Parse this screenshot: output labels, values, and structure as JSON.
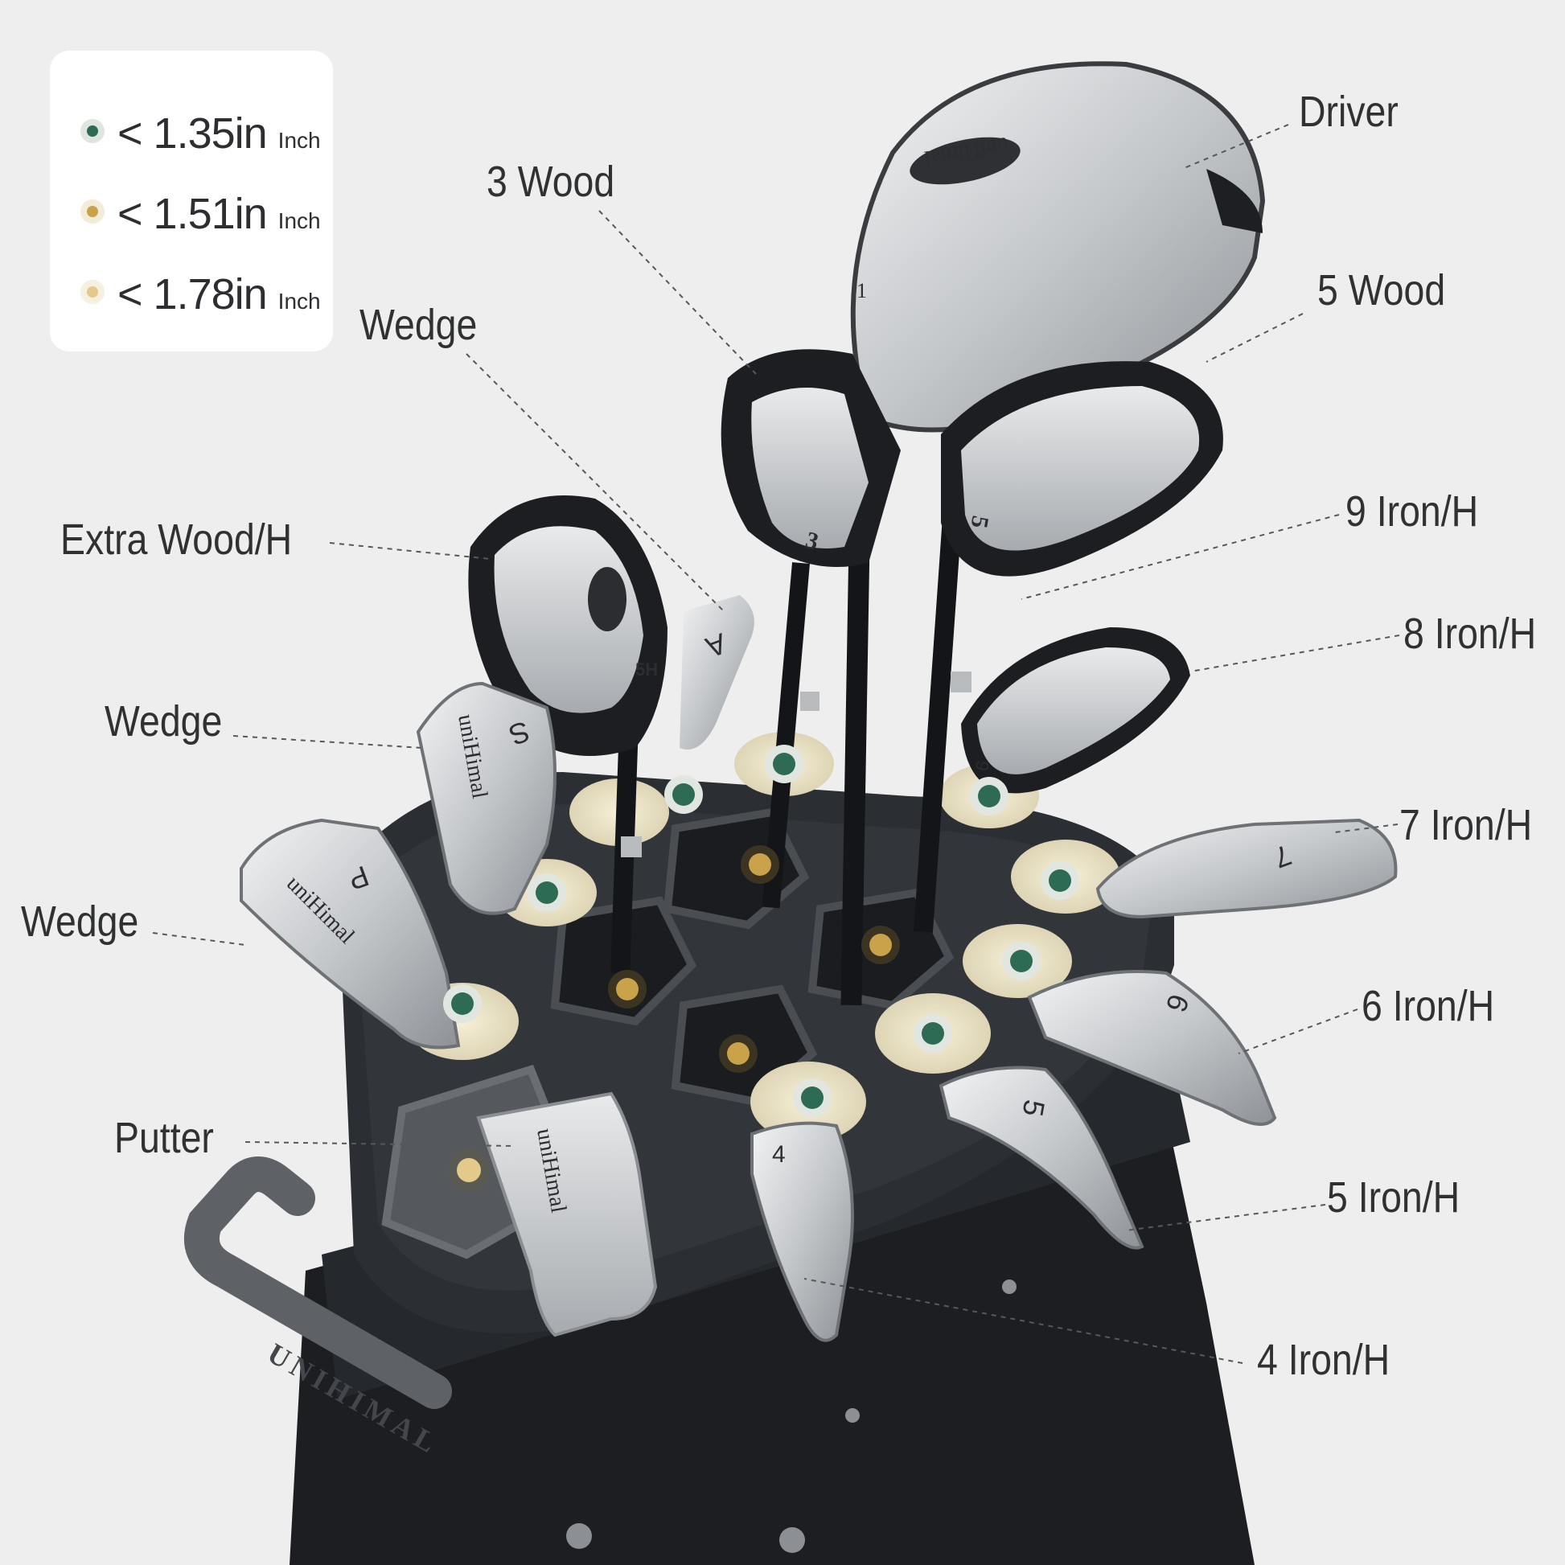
{
  "legend": {
    "items": [
      {
        "size": "< 1.35in",
        "unit": "Inch",
        "color": "#2e6b55"
      },
      {
        "size": "< 1.51in",
        "unit": "Inch",
        "color": "#c9a24a"
      },
      {
        "size": "< 1.78in",
        "unit": "Inch",
        "color": "#e3c98a"
      }
    ]
  },
  "brand": {
    "head_mark": "uniHimal",
    "bag_mark": "UNIHIMAL"
  },
  "colors": {
    "background": "#eeeeee",
    "bag": "#23262b",
    "tube_liner": "#efe8cf",
    "club_silver": "#c9cbcd",
    "label_text": "#2f3133"
  },
  "callouts": {
    "driver": "Driver",
    "wood3": "3 Wood",
    "wood5": "5 Wood",
    "wedge_top": "Wedge",
    "extra_wood": "Extra Wood/H",
    "iron9": "9 Iron/H",
    "iron8": "8 Iron/H",
    "wedge_mid": "Wedge",
    "iron7": "7 Iron/H",
    "wedge_low": "Wedge",
    "iron6": "6 Iron/H",
    "putter": "Putter",
    "iron5": "5 Iron/H",
    "iron4": "4 Iron/H"
  },
  "head_numbers": {
    "driver": "1",
    "wood3": "3",
    "wood5": "5",
    "hybrid": "5H",
    "approach": "A",
    "sand": "S",
    "pitch": "P",
    "iron9": "9",
    "iron7": "7",
    "iron6": "6",
    "iron5": "5",
    "iron4": "4"
  }
}
